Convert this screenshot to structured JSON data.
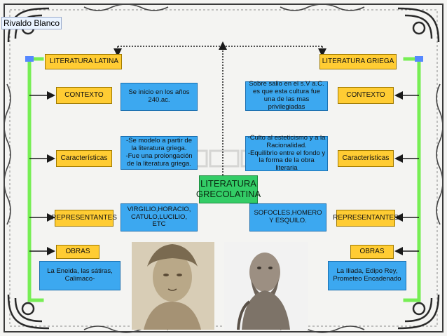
{
  "author": "Rivaldo Blanco",
  "center": {
    "line1": "LITERATURA",
    "line2": "GRECOLATINA"
  },
  "latina": {
    "title": "LITERATURA LATINA",
    "contexto_label": "CONTEXTO",
    "contexto_text": "Se inicio en los años 240.ac.",
    "caracteristicas_label": "Características",
    "caracteristicas_text_1": "-Se modelo a partir de la literatura griega.",
    "caracteristicas_text_2": "-Fue una prolongación de la literatura griega.",
    "representantes_label": "REPRESENTANTES",
    "representantes_text": "VIRGILIO,HORACIO, CATULO,LUCILIO, ETC",
    "obras_label": "OBRAS",
    "obras_text": "La Eneida, las sátiras, Calimaco-"
  },
  "griega": {
    "title": "LITERATURA GRIEGA",
    "contexto_label": "CONTEXTO",
    "contexto_text": "Sobre salio en el s.V a.C. es que esta cultura fue una de las mas privilegiadas",
    "caracteristicas_label": "Características",
    "caracteristicas_text_1": "-Culto al esteticismo y a la Racionalidad.",
    "caracteristicas_text_2": "-Equilibrio entre el fondo y la forma de la obra literaria",
    "representantes_label": "REPRESENTANTES",
    "representantes_text": "SOFOCLES,HOMERO Y ESQUILO.",
    "obras_label": "OBRAS",
    "obras_text": "La Iliada, Edipo Rey, Prometeo Encadenado"
  },
  "colors": {
    "yellow": "#ffcc33",
    "blue": "#3ca8f0",
    "green": "#33cc66",
    "bracket": "#77ee55",
    "arrow": "#1a1a1a"
  }
}
